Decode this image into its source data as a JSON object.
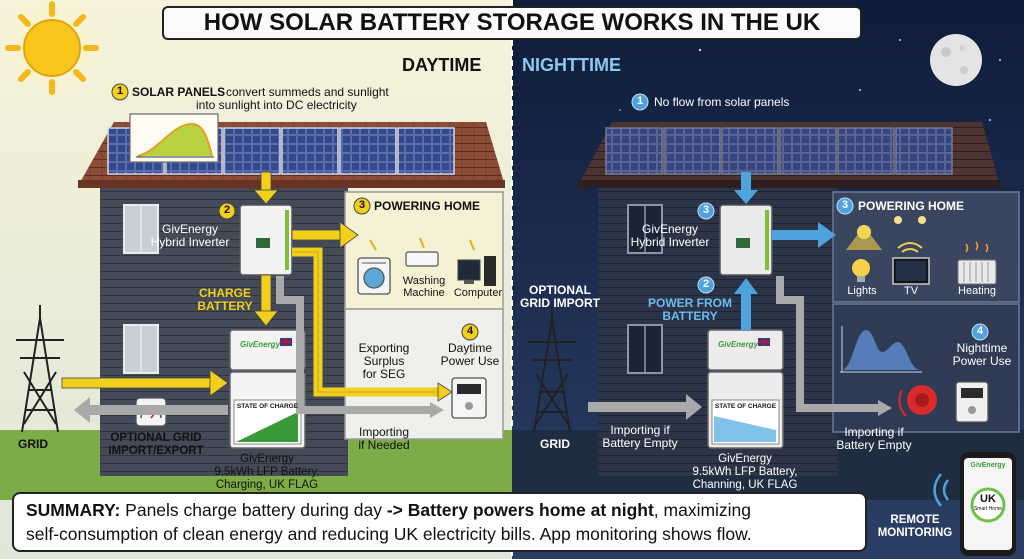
{
  "title": "HOW SOLAR BATTERY STORAGE WORKS IN THE UK",
  "day": {
    "heading": "DAYTIME",
    "step1_num": "1",
    "step1_bold": "SOLAR PANELS",
    "step1_line1": "convert summeds and sunlight",
    "step1_line2": "into sunlight into DC electricity",
    "step2_num": "2",
    "inverter_line1": "GivEnergy",
    "inverter_line2": "Hybrid Inverter",
    "step3_num": "3",
    "step3_label": "POWERING HOME",
    "appliances": [
      "Washing Machine",
      "Computer"
    ],
    "washing_line1": "Washing",
    "washing_line2": "Machine",
    "computer": "Computer",
    "charge_line1": "CHARGE",
    "charge_line2": "BATTERY",
    "export_line1": "Exporting",
    "export_line2": "Surplus",
    "export_line3": "for SEG",
    "step4_num": "4",
    "step4_line1": "Daytime",
    "step4_line2": "Power Use",
    "import_line1": "Importing",
    "import_line2": "if Needed",
    "grid": "GRID",
    "optional_line1": "OPTIONAL GRID",
    "optional_line2": "IMPORT/EXPORT",
    "battery_brand": "GivEnergy",
    "soc": "STATE OF CHARGE",
    "battery_line1": "GivEnergy",
    "battery_line2": "9.5kWh LFP Battery,",
    "battery_line3": "Charging, UK FLAG"
  },
  "night": {
    "heading": "NIGHTTIME",
    "step1_num": "1",
    "step1_text": "No flow from solar panels",
    "step3a_num": "3",
    "inverter_line1": "GivEnergy",
    "inverter_line2": "Hybrid Inverter",
    "step3_num": "3",
    "step3_label": "POWERING HOME",
    "lights": "Lights",
    "tv": "TV",
    "heating": "Heating",
    "step2_num": "2",
    "power_line1": "POWER FROM",
    "power_line2": "BATTERY",
    "optional_line1": "OPTIONAL",
    "optional_line2": "GRID IMPORT",
    "step4_num": "4",
    "step4_line1": "Nighttime",
    "step4_line2": "Power Use",
    "import_line1": "Importing if",
    "import_line2": "Battery Empty",
    "import2_line1": "Importing if",
    "import2_line2": "Battery Empty",
    "grid": "GRID",
    "battery_brand": "GivEnergy",
    "soc": "STATE OF CHARGE",
    "battery_line1": "GivEnergy",
    "battery_line2": "9.5kWh LFP Battery,",
    "battery_line3": "Channing, UK FLAG",
    "phone_brand": "GivEnergy",
    "phone_uk": "UK",
    "phone_sub": "Smart Home",
    "remote_line1": "REMOTE",
    "remote_line2": "MONITORING"
  },
  "summary": {
    "label": "SUMMARY:",
    "text1": " Panels charge battery during day ",
    "arrow_bold": "-> Battery powers home at night",
    "text2": ", maximizing",
    "line2": "self-consumption of clean energy and reducing UK electricity bills. App monitoring shows flow."
  },
  "colors": {
    "day_sky": "#e9ecd8",
    "night_sky": "#1d2f55",
    "house_day": "#3d4250",
    "house_night": "#2a3246",
    "roof": "#8a4a33",
    "solar": "#2c3f7a",
    "yellow_arrow": "#f2cf1b",
    "blue_arrow": "#4ea3de",
    "grey_arrow": "#a9a9a9",
    "battery_green": "#3a9a3a"
  }
}
